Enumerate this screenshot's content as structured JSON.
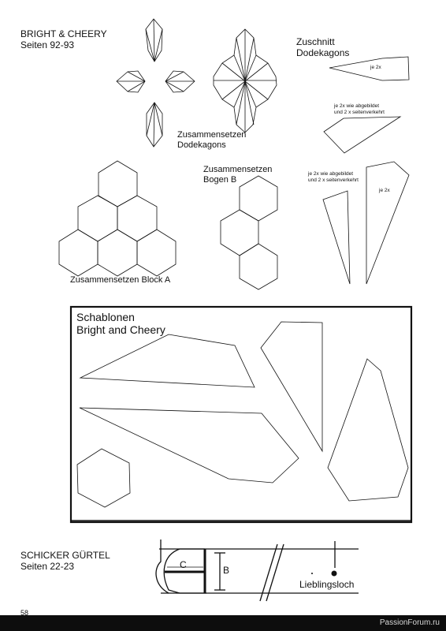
{
  "bright": {
    "title": "BRIGHT & CHEERY",
    "pages": "Seiten 92-93",
    "zuschnitt_line1": "Zuschnitt",
    "zuschnitt_line2": "Dodekagons",
    "je2x_a": "je 2x",
    "mirror_a_line1": "je 2x wie abgebildet",
    "mirror_a_line2": "und 2 x seitenverkehrt",
    "zus_dode_line1": "Zusammensetzen",
    "zus_dode_line2": "Dodekagons",
    "zus_bogen_line1": "Zusammensetzen",
    "zus_bogen_line2": "Bogen B",
    "mirror_b_line1": "je 2x wie abgebildet",
    "mirror_b_line2": "und 2 x seitenverkehrt",
    "je2x_b": "je 2x",
    "block_a": "Zusammensetzen Block A"
  },
  "schablonen": {
    "line1": "Schablonen",
    "line2": "Bright and Cheery"
  },
  "guertel": {
    "title": "SCHICKER GÜRTEL",
    "pages": "Seiten 22-23",
    "label_c": "C",
    "label_b": "B",
    "lieblingsloch": "Lieblingsloch"
  },
  "page_number": "58",
  "watermark": "PassionForum.ru",
  "colors": {
    "ink": "#111111",
    "footer": "#0d0d0d",
    "watermark": "#d8d8d8"
  }
}
